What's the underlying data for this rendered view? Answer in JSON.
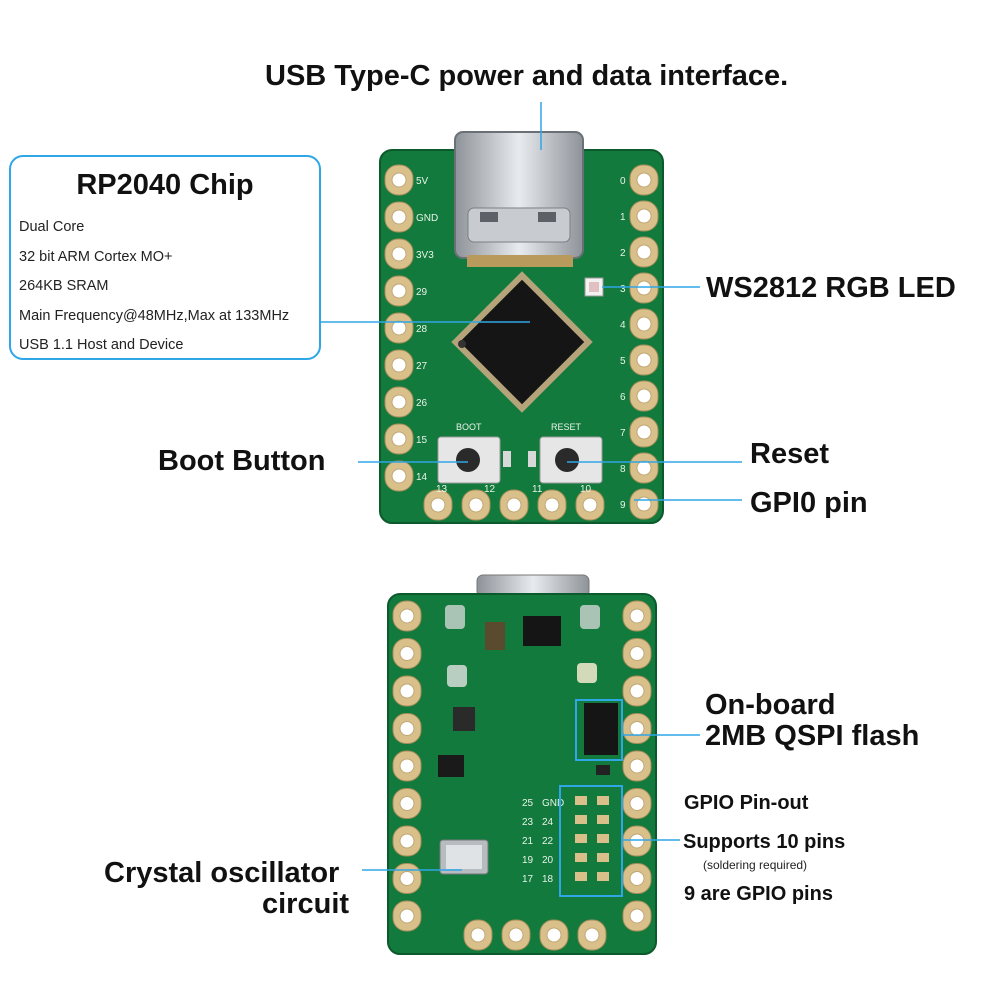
{
  "labels": {
    "usb": "USB Type-C power and data interface.",
    "ws2812": "WS2812 RGB LED",
    "boot": "Boot Button",
    "reset": "Reset",
    "gpio0": "GPI0 pin",
    "flash_line1": "On-board",
    "flash_line2": "2MB QSPI flash",
    "gpio_pinout": "GPIO Pin-out",
    "supports": "Supports 10 pins",
    "soldering": "(soldering required)",
    "nine_gpio": "9 are GPIO pins",
    "crystal_line1": "Crystal oscillator",
    "crystal_line2": "circuit"
  },
  "chip_box": {
    "title": "RP2040 Chip",
    "specs": [
      "Dual Core",
      "32 bit ARM Cortex MO+",
      "264KB SRAM",
      "Main Frequency@48MHz,Max at 133MHz",
      "USB 1.1 Host and Device"
    ]
  },
  "board_silk": {
    "left_pins": [
      "5V",
      "GND",
      "3V3",
      "29",
      "28",
      "27",
      "26",
      "15",
      "14"
    ],
    "right_pins": [
      "0",
      "1",
      "2",
      "3",
      "4",
      "5",
      "6",
      "7",
      "8",
      "9"
    ],
    "bottom_pins": [
      "13",
      "12",
      "11",
      "10"
    ],
    "boot": "BOOT",
    "reset": "RESET",
    "back_pins": [
      "25",
      "GND",
      "23",
      "24",
      "21",
      "22",
      "19",
      "20",
      "17",
      "18"
    ]
  },
  "colors": {
    "pcb": "#127a3c",
    "pcb_dark": "#0c5a2b",
    "pad": "#d9c08a",
    "callout": "#2fa6e6",
    "chip": "#151515"
  }
}
